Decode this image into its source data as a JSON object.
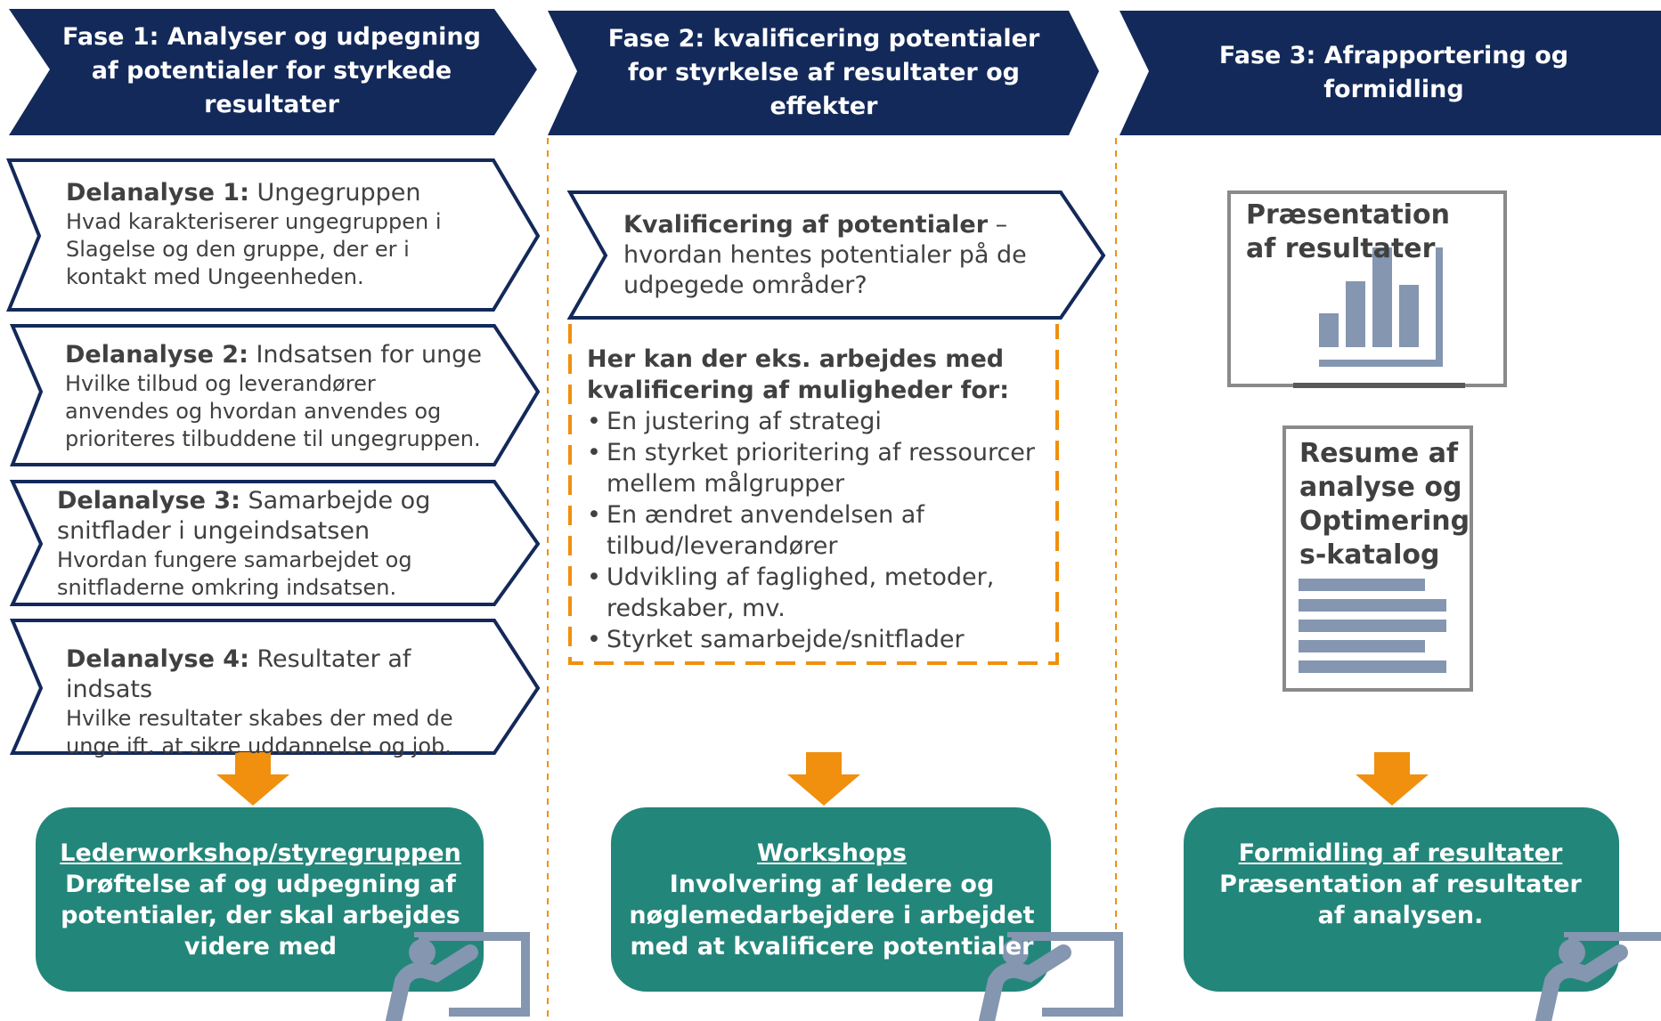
{
  "colors": {
    "navy": "#13295a",
    "teal": "#23867a",
    "orange": "#f0900e",
    "grey": "#8a8a8a",
    "bar_blue": "#8496b0",
    "text": "#404040"
  },
  "phases": [
    {
      "title": "Fase 1: Analyser og udpegning af potentialer for styrkede resultater"
    },
    {
      "title": "Fase 2: kvalificering potentialer for styrkelse af resultater og effekter"
    },
    {
      "title": "Fase 3: Afrapportering og formidling"
    }
  ],
  "phase1": {
    "delanalyser": [
      {
        "label": "Delanalyse 1:",
        "title": "Ungegruppen",
        "body": "Hvad karakteriserer ungegruppen i Slagelse og den gruppe, der er i kontakt med Ungeenheden."
      },
      {
        "label": "Delanalyse 2:",
        "title": "Indsatsen for unge",
        "body": "Hvilke tilbud og leverandører anvendes og hvordan anvendes og prioriteres tilbuddene til ungegruppen."
      },
      {
        "label": "Delanalyse 3:",
        "title": "Samarbejde og snitflader i ungeindsatsen",
        "body": "Hvordan fungere samarbejdet og snitfladerne omkring indsatsen."
      },
      {
        "label": "Delanalyse 4:",
        "title": "Resultater af indsats",
        "body": "Hvilke resultater skabes der med de unge ift. at sikre uddannelse og job."
      }
    ],
    "workshop": {
      "title": "Lederworkshop/styregruppen",
      "body": "Drøftelse af og udpegning af potentialer, der skal arbejdes videre med"
    }
  },
  "phase2": {
    "kvalificering": {
      "label": "Kvalificering af potentialer",
      "body": "hvordan hentes potentialer på de udpegede områder?"
    },
    "box": {
      "heading": "Her kan der eks. arbejdes med kvalificering af muligheder for:",
      "items": [
        "En justering af strategi",
        "En styrket prioritering af ressourcer mellem målgrupper",
        "En ændret anvendelsen af tilbud/leverandører",
        "Udvikling af faglighed, metoder, redskaber, mv.",
        "Styrket samarbejde/snitflader"
      ]
    },
    "workshop": {
      "title": "Workshops",
      "body": "Involvering af ledere og nøglemedarbejdere i arbejdet med at kvalificere potentialer"
    }
  },
  "phase3": {
    "presentation_label": "Præsentation af resultater",
    "resume_label": "Resume af analyse og Optimering s-katalog",
    "workshop": {
      "title": "Formidling af resultater",
      "body": "Præsentation af resultater af analysen."
    }
  }
}
